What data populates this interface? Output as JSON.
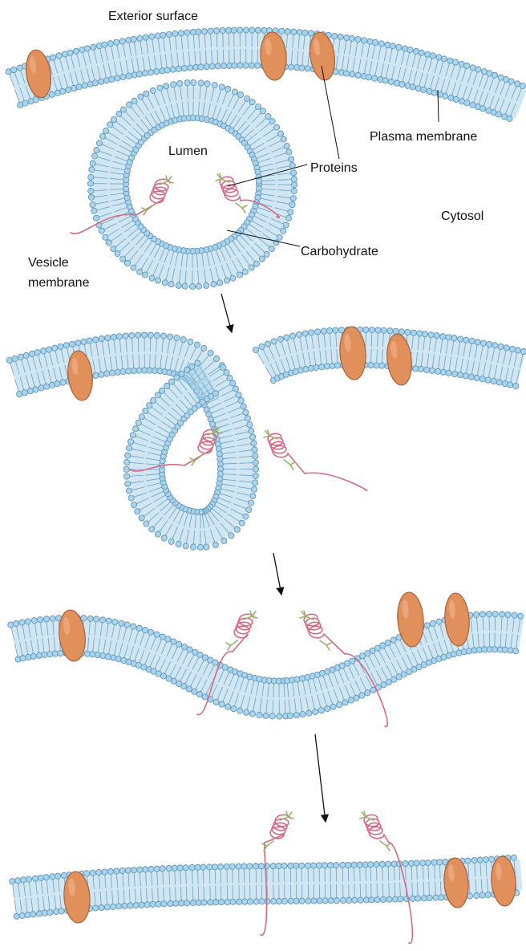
{
  "labels": {
    "exterior_surface": "Exterior surface",
    "plasma_membrane": "Plasma membrane",
    "lumen": "Lumen",
    "proteins": "Proteins",
    "cytosol": "Cytosol",
    "carbohydrate": "Carbohydrate",
    "vesicle_membrane_line1": "Vesicle",
    "vesicle_membrane_line2": "membrane"
  },
  "colors": {
    "membrane_head": "#a8d4ee",
    "membrane_tail": "#6a9fc2",
    "integral_protein": "#e1905c",
    "glycoprotein_chain": "#d66a82",
    "carbohydrate_chain": "#9cb26a"
  }
}
